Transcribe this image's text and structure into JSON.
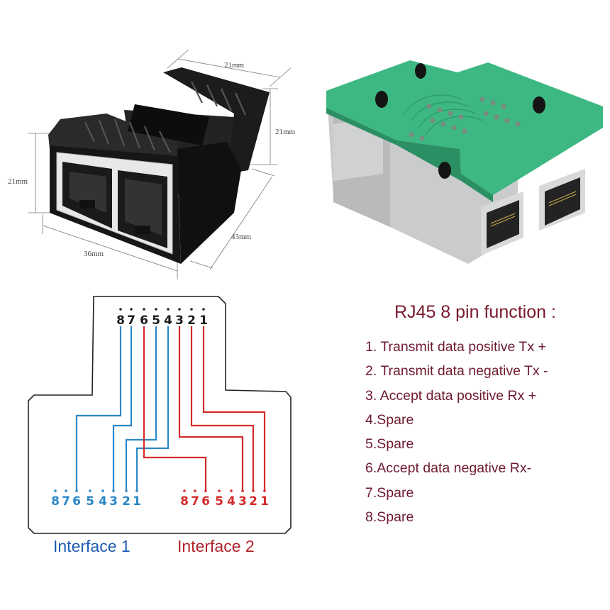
{
  "dimensions": {
    "top_width": "21mm",
    "right_height": "21mm",
    "front_height": "21mm",
    "front_width": "36mm",
    "depth": "43mm"
  },
  "pin_function": {
    "title": "RJ45 8 pin function :",
    "items": [
      "1. Transmit data positive Tx +",
      "2. Transmit data negative Tx -",
      "3. Accept data positive Rx +",
      "4.Spare",
      "5.Spare",
      "6.Accept data negative Rx-",
      "7.Spare",
      "8.Spare"
    ]
  },
  "wiring": {
    "top_pins": [
      "8",
      "7",
      "6",
      "5",
      "4",
      "3",
      "2",
      "1"
    ],
    "interface1_pins": [
      "8",
      "7",
      "6",
      "5",
      "4",
      "3",
      "2",
      "1"
    ],
    "interface2_pins": [
      "8",
      "7",
      "6",
      "5",
      "4",
      "3",
      "2",
      "1"
    ],
    "interface1_label": "Interface 1",
    "interface2_label": "Interface 2"
  },
  "colors": {
    "blue_wire": "#2a87c8",
    "red_wire": "#d42a2a",
    "pin_text": "#6e1a30",
    "board_green": "#3db882"
  }
}
